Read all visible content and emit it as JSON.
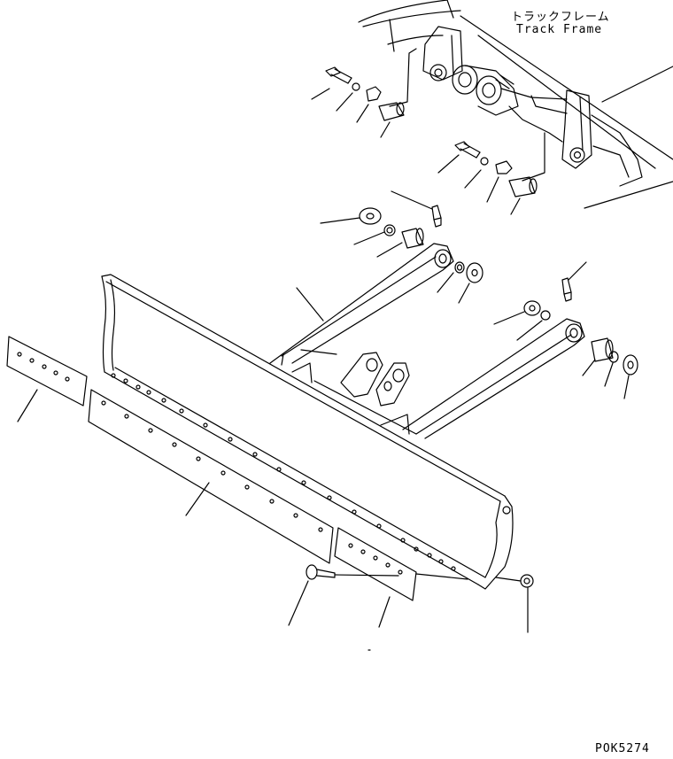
{
  "labels": {
    "track_frame_jp": "トラックフレーム",
    "track_frame_en": "Track Frame",
    "drawing_code": "POK5274"
  },
  "colors": {
    "line": "#000000",
    "background": "#ffffff"
  }
}
